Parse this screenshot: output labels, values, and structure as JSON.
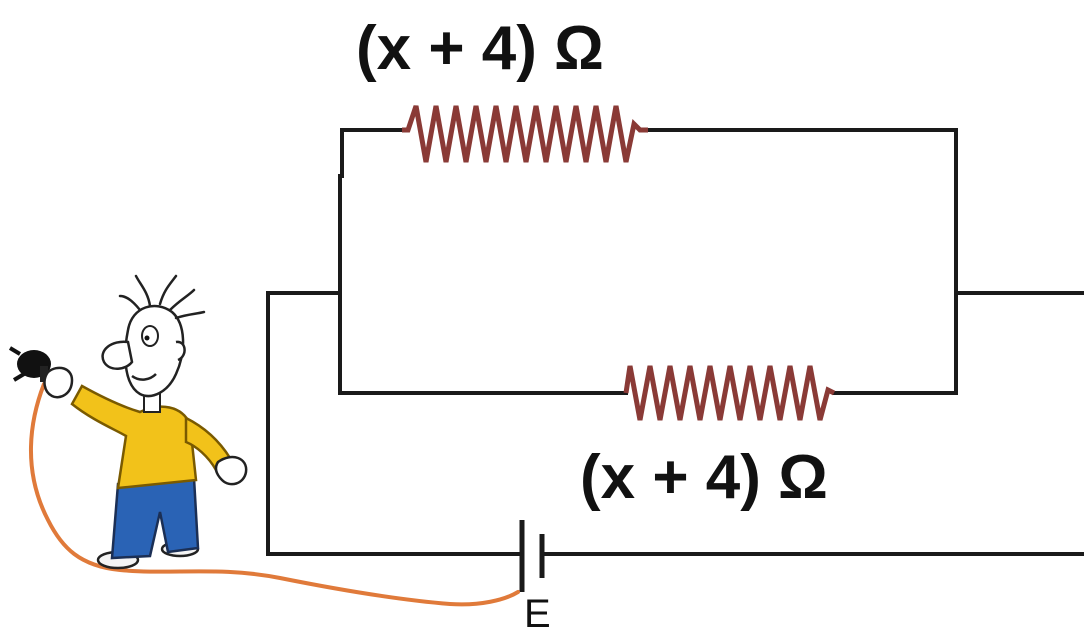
{
  "diagram": {
    "resistor_top": {
      "label": "(x + 4) Ω"
    },
    "resistor_bottom": {
      "label": "(x + 4) Ω"
    },
    "battery": {
      "label": "E"
    }
  },
  "colors": {
    "wire": "#1a1a1a",
    "resistor": "#8a3a36",
    "cord": "#e07a3a",
    "shirt": "#f2c21a",
    "pants": "#2a63b5",
    "skin": "#ffffff"
  }
}
